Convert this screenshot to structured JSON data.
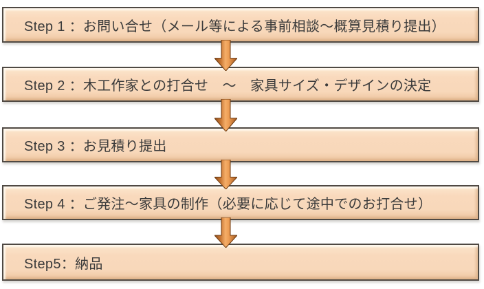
{
  "diagram": {
    "type": "vertical-process-flow",
    "steps": [
      {
        "title": "Step 1 ：お問い合せ（メール等による事前相談～概算見積り提出）"
      },
      {
        "title": "Step 2 ：木工作家との打合せ　～　家具サイズ・デザインの決定"
      },
      {
        "title": "Step 3 ：お見積り提出"
      },
      {
        "title": "Step 4 ：ご発注～家具の制作（必要に応じて途中でのお打合せ）"
      },
      {
        "title": "Step5：納品"
      }
    ],
    "connector_icon": "arrow-down",
    "colors": {
      "background": "#ffffff",
      "box_fill": "#f8d8ba",
      "box_fill_highlight": "#fdf0de",
      "box_fill_shadow": "#ecc29c",
      "box_border": "#4f4943",
      "text": "#3b3b3b",
      "arrow_dark": "#8f4c18",
      "arrow_light": "#f4ad68",
      "arrow_outline": "#6e3a10"
    }
  }
}
